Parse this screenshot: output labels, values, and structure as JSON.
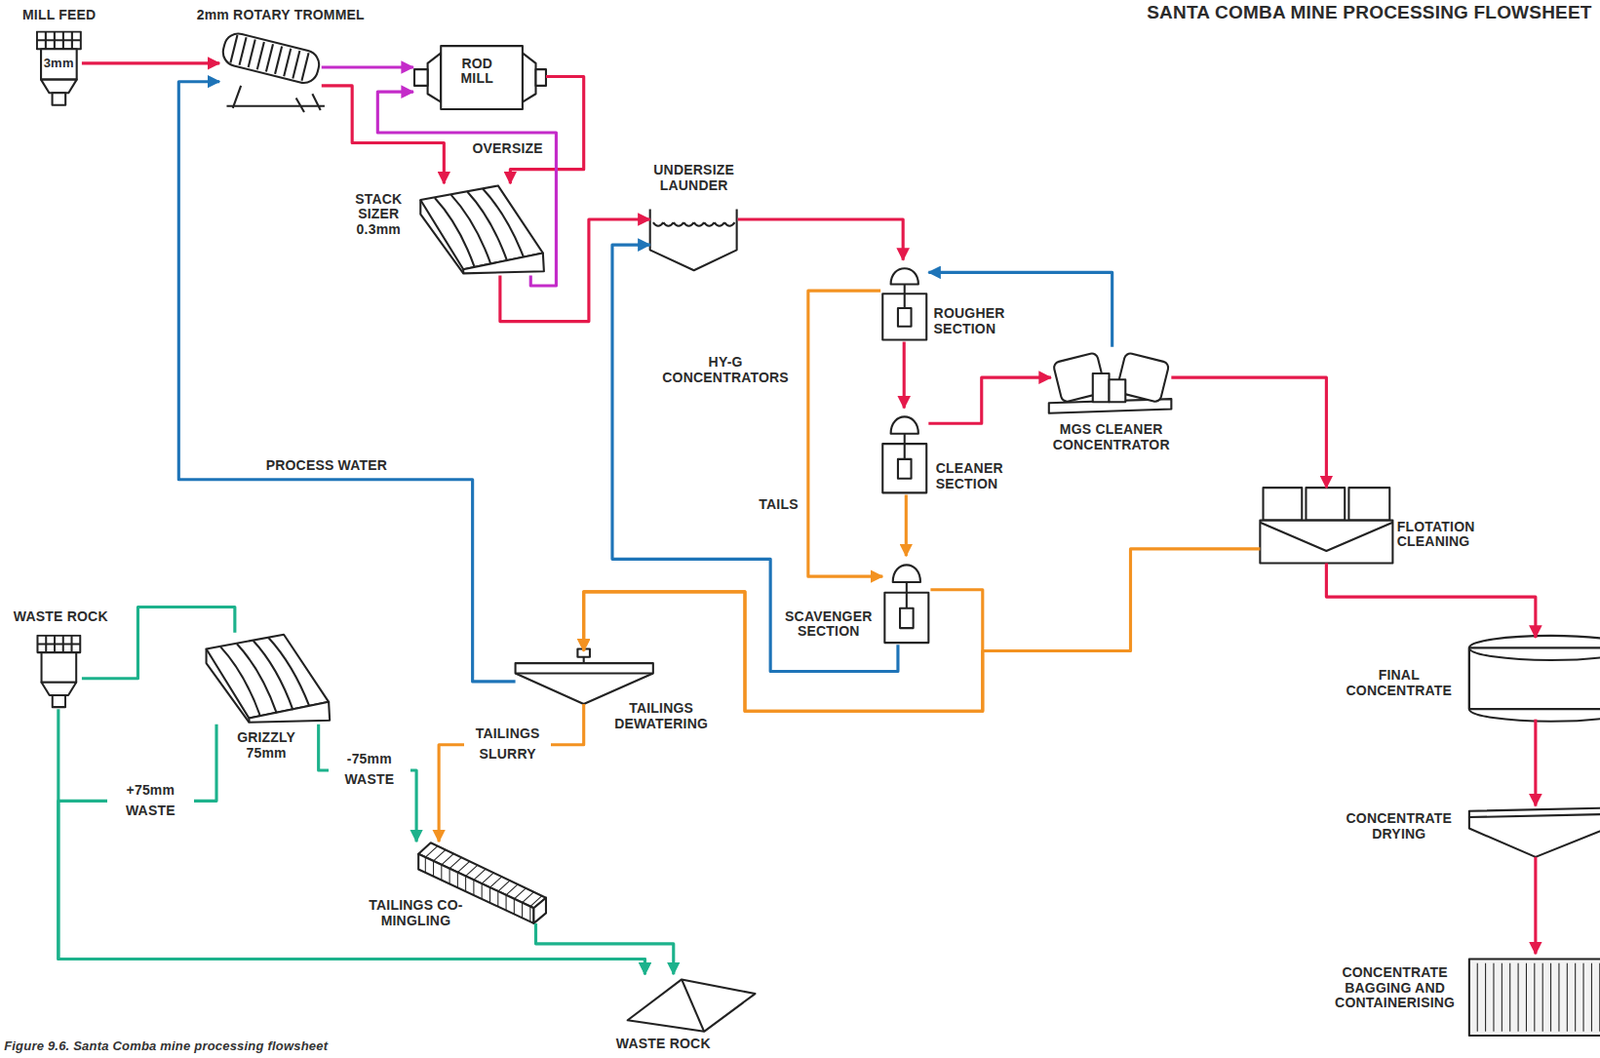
{
  "diagram": {
    "title": "SANTA COMBA MINE PROCESSING FLOWSHEET",
    "caption": "Figure 9.6. Santa Comba mine processing flowsheet",
    "nodes": [
      {
        "text": [
          "MILL FEED"
        ]
      },
      {
        "text": [
          "2mm ROTARY TROMMEL"
        ]
      },
      {
        "text": [
          "ROD MILL"
        ]
      },
      {
        "text": [
          "STACK SIZER 0.3mm"
        ]
      },
      {
        "text": [
          "UNDERSIZE LAUNDER"
        ]
      },
      {
        "text": [
          "ROUGHER SECTION"
        ]
      },
      {
        "text": [
          "CLEANER SECTION"
        ]
      },
      {
        "text": [
          "SCAVENGER SECTION"
        ]
      },
      {
        "text": [
          "MGS CLEANER CONCENTRATOR"
        ]
      },
      {
        "text": [
          "FLOTATION CLEANING"
        ]
      },
      {
        "text": [
          "FINAL CONCENTRATE"
        ]
      },
      {
        "text": [
          "CONCENTRATE DRYING"
        ]
      },
      {
        "text": [
          "CONCENTRATE BAGGING AND CONTAINERISING"
        ]
      },
      {
        "text": [
          "TAILINGS DEWATERING"
        ]
      },
      {
        "text": [
          "WASTE ROCK"
        ]
      },
      {
        "text": [
          "GRIZZLY 75mm"
        ]
      },
      {
        "text": [
          "TAILINGS CO-MINGLING"
        ]
      },
      {
        "text": [
          "WASTE ROCK"
        ]
      }
    ],
    "edges": [
      {
        "from": 0,
        "to": 1,
        "arrow": "to"
      },
      {
        "from": 1,
        "to": 2,
        "arrow": "to"
      },
      {
        "from": 1,
        "to": 3,
        "arrow": "to"
      },
      {
        "from": 2,
        "to": 3,
        "arrow": "to"
      },
      {
        "from": 3,
        "to": 2,
        "arrow": "to",
        "label": "OVERSIZE"
      },
      {
        "from": 3,
        "to": 4,
        "arrow": "to"
      },
      {
        "from": 4,
        "to": 5,
        "arrow": "to"
      },
      {
        "from": 5,
        "to": 6,
        "arrow": "to"
      },
      {
        "from": 6,
        "to": 8,
        "arrow": "to"
      },
      {
        "from": 8,
        "to": 5,
        "arrow": "to"
      },
      {
        "from": 8,
        "to": 9,
        "arrow": "to"
      },
      {
        "from": 5,
        "to": 7,
        "arrow": "to",
        "label": "TAILS"
      },
      {
        "from": 6,
        "to": 7,
        "arrow": "to"
      },
      {
        "from": 7,
        "to": 13,
        "arrow": "to"
      },
      {
        "from": 9,
        "to": 13,
        "arrow": "to"
      },
      {
        "from": 7,
        "to": 4,
        "arrow": "to"
      },
      {
        "from": 13,
        "to": 1,
        "arrow": "to",
        "label": "PROCESS WATER"
      },
      {
        "from": 13,
        "to": 16,
        "arrow": "to",
        "label": "TAILINGS SLURRY"
      },
      {
        "from": 9,
        "to": 10,
        "arrow": "to"
      },
      {
        "from": 10,
        "to": 11,
        "arrow": "to"
      },
      {
        "from": 11,
        "to": 12,
        "arrow": "to"
      },
      {
        "from": 14,
        "to": 15,
        "arrow": "none"
      },
      {
        "from": 15,
        "to": 17,
        "arrow": "to",
        "label": "+75mm WASTE"
      },
      {
        "from": 14,
        "to": 17,
        "arrow": "to"
      },
      {
        "from": 15,
        "to": 16,
        "arrow": "to",
        "label": "-75mm WASTE"
      },
      {
        "from": 16,
        "to": 17,
        "arrow": "to"
      }
    ],
    "labels": [
      "3mm",
      "HY-G CONCENTRATORS"
    ]
  }
}
